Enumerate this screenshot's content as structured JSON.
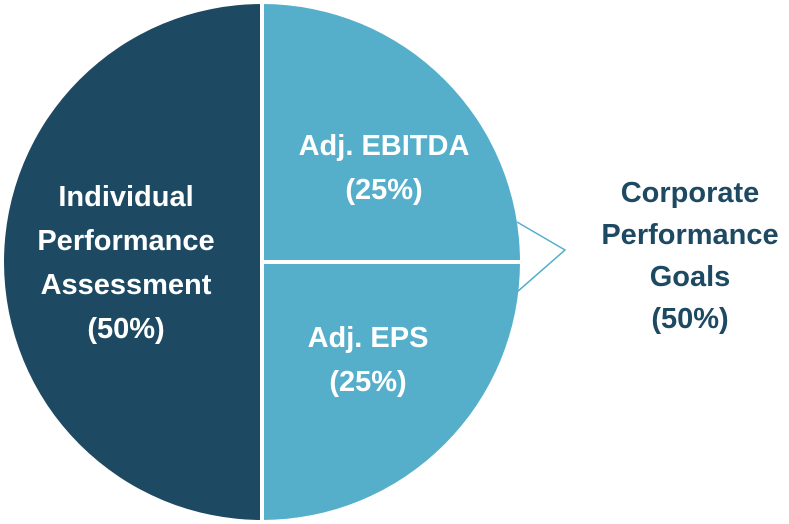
{
  "chart_data": {
    "type": "pie",
    "slices": [
      {
        "id": "individual",
        "label_lines": [
          "Individual",
          "Performance",
          "Assessment",
          "(50%)"
        ],
        "value": 50,
        "color": "#1d4a62",
        "text_color": "#ffffff"
      },
      {
        "id": "ebitda",
        "label_lines": [
          "Adj. EBITDA",
          "(25%)"
        ],
        "value": 25,
        "color": "#55afcb",
        "text_color": "#ffffff"
      },
      {
        "id": "eps",
        "label_lines": [
          "Adj. EPS",
          "(25%)"
        ],
        "value": 25,
        "color": "#55afcb",
        "text_color": "#ffffff"
      }
    ],
    "group_label": {
      "lines": [
        "Corporate",
        "Performance",
        "Goals",
        "(50%)"
      ],
      "color": "#1d4a62",
      "bracket_color": "#55afcb"
    },
    "divider_color": "#ffffff"
  }
}
